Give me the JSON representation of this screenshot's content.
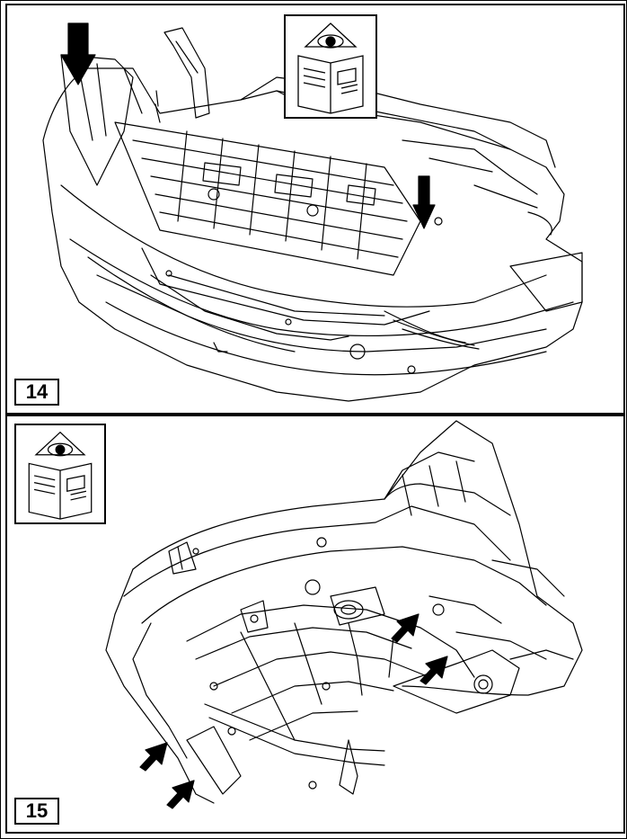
{
  "steps": {
    "first": {
      "number": "14",
      "icon": "read-manual-icon",
      "arrows": 2
    },
    "second": {
      "number": "15",
      "icon": "read-manual-icon",
      "arrows": 4
    }
  },
  "colors": {
    "line": "#000000",
    "background": "#ffffff"
  }
}
